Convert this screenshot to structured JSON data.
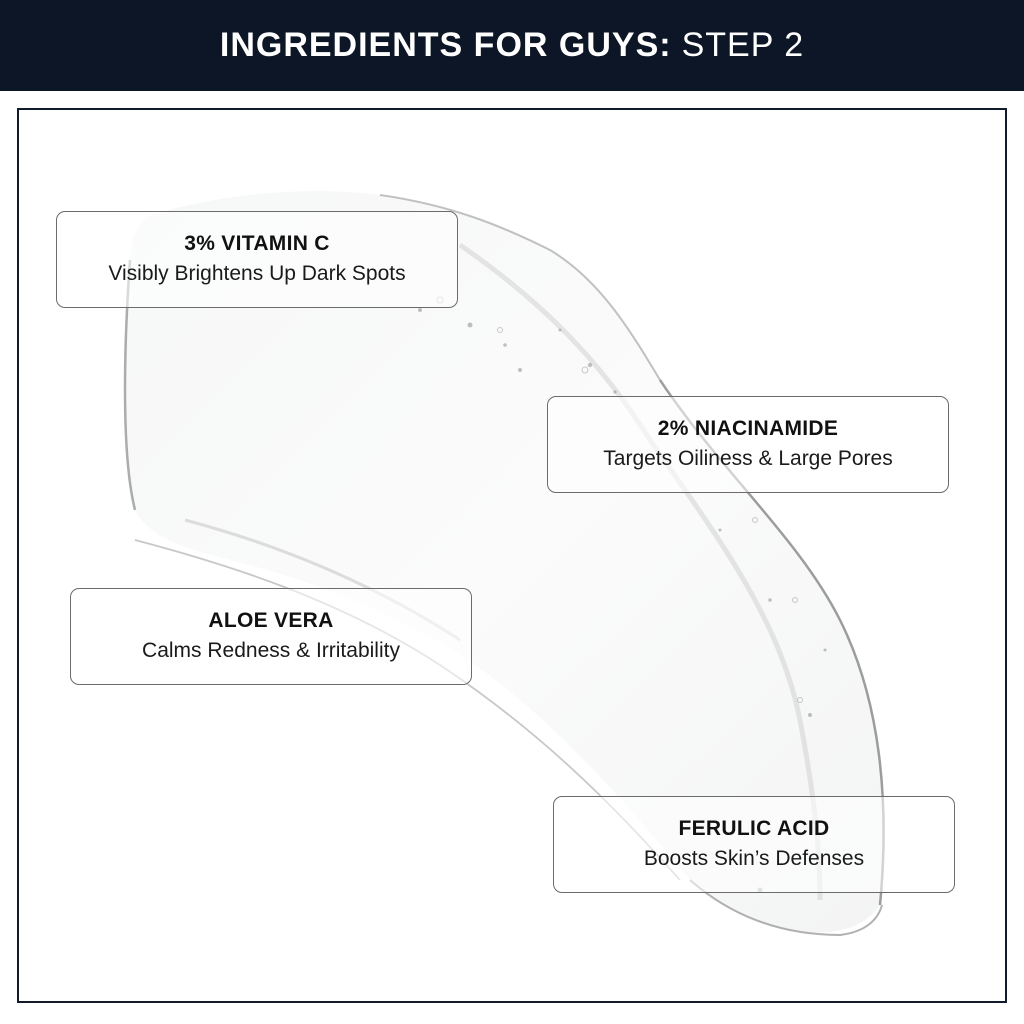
{
  "header": {
    "title_bold": "INGREDIENTS FOR GUYS:",
    "title_light": "STEP 2",
    "background": "#0c1626",
    "text_color": "#ffffff"
  },
  "frame": {
    "border_color": "#111b2b"
  },
  "image": {
    "subject": "clear-gel-smear"
  },
  "ingredients": [
    {
      "title": "3% VITAMIN C",
      "benefit": "Visibly Brightens Up Dark Spots"
    },
    {
      "title": "2% NIACINAMIDE",
      "benefit": "Targets Oiliness & Large Pores"
    },
    {
      "title": "ALOE VERA",
      "benefit": "Calms Redness & Irritability"
    },
    {
      "title": "FERULIC ACID",
      "benefit": "Boosts Skin’s Defenses"
    }
  ]
}
